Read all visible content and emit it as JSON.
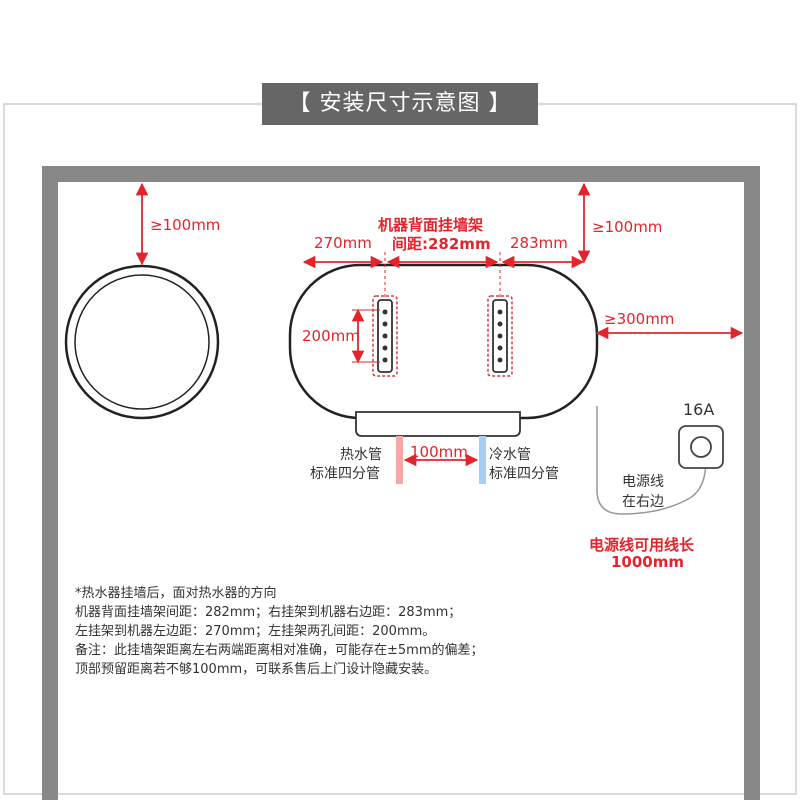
{
  "title": "【 安装尺寸示意图 】",
  "labels": {
    "top_clearance_left": "≥100mm",
    "top_clearance_right": "≥100mm",
    "right_clearance": "≥300mm",
    "bracket_title_line1": "机器背面挂墙架",
    "bracket_title_line2": "间距:282mm",
    "left_distance": "270mm",
    "right_distance": "283mm",
    "hole_spacing": "200mm",
    "pipe_spacing": "100mm",
    "hot_pipe_line1": "热水管",
    "hot_pipe_line2": "标准四分管",
    "cold_pipe_line1": "冷水管",
    "cold_pipe_line2": "标准四分管",
    "socket_rating": "16A",
    "cord_side_line1": "电源线",
    "cord_side_line2": "在右边",
    "cord_length_line1": "电源线可用线长",
    "cord_length_line2": "1000mm"
  },
  "notes": [
    "*热水器挂墙后，面对热水器的方向",
    "机器背面挂墙架间距：282mm；右挂架到机器右边距：283mm；",
    "左挂架到机器左边距：270mm；左挂架两孔间距：200mm。",
    "备注：此挂墙架距离左右两端距离相对准确，可能存在±5mm的偏差；",
    "顶部预留距离若不够100mm，可联系售后上门设计隐藏安装。"
  ],
  "colors": {
    "title_bg": "#666666",
    "wall": "#888888",
    "dimension_red": "#e5232a",
    "hot_pipe": "#f7a7a7",
    "cold_pipe": "#a7cdf0"
  }
}
